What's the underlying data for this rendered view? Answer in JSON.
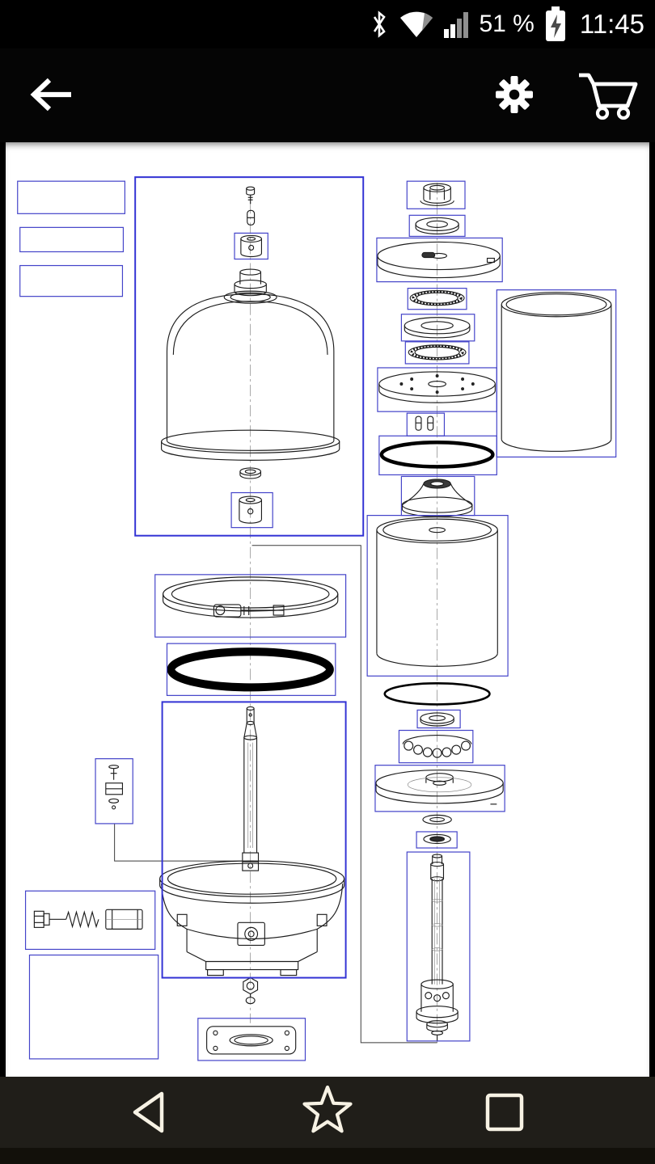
{
  "status_bar": {
    "battery_percent": "51 %",
    "time": "11:45",
    "icons": [
      "bluetooth-icon",
      "wifi-icon",
      "signal-strength-icon",
      "battery-charging-icon"
    ]
  },
  "app_bar": {
    "icons": [
      "back-arrow-icon",
      "settings-gear-icon",
      "shopping-cart-icon"
    ]
  },
  "diagram": {
    "kind": "exploded-parts-drawing",
    "description": "Exploded-view technical drawing of a centrifugal filter assembly; blue outlined rectangles are selectable part hotspots",
    "hotspot_count": 30,
    "colors": {
      "hotspot_outline": "#4343c9",
      "hotspot_strong": "#3232d4",
      "line": "#1c1c1c",
      "background": "#ffffff"
    }
  },
  "nav_bar": {
    "icons": [
      "nav-back-icon",
      "nav-star-icon",
      "nav-square-icon"
    ]
  }
}
